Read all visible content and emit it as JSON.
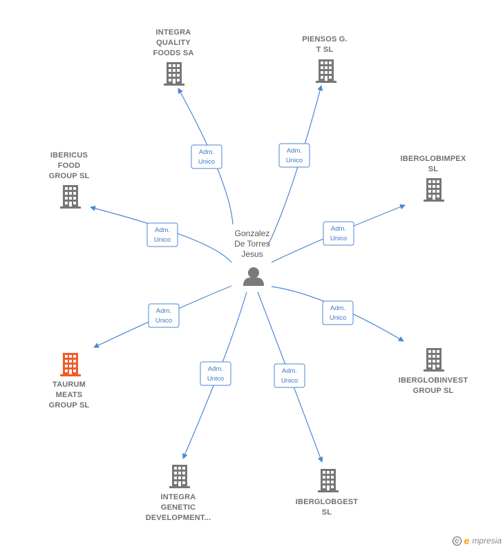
{
  "center": {
    "name_lines": [
      "Gonzalez",
      "De Torres",
      "Jesus"
    ],
    "icon": "person-icon"
  },
  "relation_lines": [
    "Adm.",
    "Unico"
  ],
  "companies": [
    {
      "id": "integra-quality",
      "lines": [
        "INTEGRA",
        "QUALITY",
        "FOODS SA"
      ],
      "icon": "building-icon",
      "color": "#777777"
    },
    {
      "id": "piensos",
      "lines": [
        "PIENSOS G.",
        "T SL"
      ],
      "icon": "building-icon",
      "color": "#777777"
    },
    {
      "id": "ibericus",
      "lines": [
        "IBERICUS",
        "FOOD",
        "GROUP  SL"
      ],
      "icon": "building-icon",
      "color": "#777777"
    },
    {
      "id": "iberglobimpex",
      "lines": [
        "IBERGLOBIMPEX",
        "SL"
      ],
      "icon": "building-icon",
      "color": "#777777"
    },
    {
      "id": "taurum",
      "lines": [
        "TAURUM",
        "MEATS",
        "GROUP  SL"
      ],
      "icon": "building-icon",
      "color": "#f05a28"
    },
    {
      "id": "iberglobinvest",
      "lines": [
        "IBERGLOBINVEST",
        "GROUP  SL"
      ],
      "icon": "building-icon",
      "color": "#777777"
    },
    {
      "id": "integra-genetic",
      "lines": [
        "INTEGRA",
        "GENETIC",
        "DEVELOPMENT..."
      ],
      "icon": "building-icon",
      "color": "#777777"
    },
    {
      "id": "iberglobgest",
      "lines": [
        "IBERGLOBGEST",
        "SL"
      ],
      "icon": "building-icon",
      "color": "#777777"
    }
  ],
  "footer": {
    "copyright": "©",
    "brand_initial": "e",
    "brand_rest": "mpresia"
  }
}
